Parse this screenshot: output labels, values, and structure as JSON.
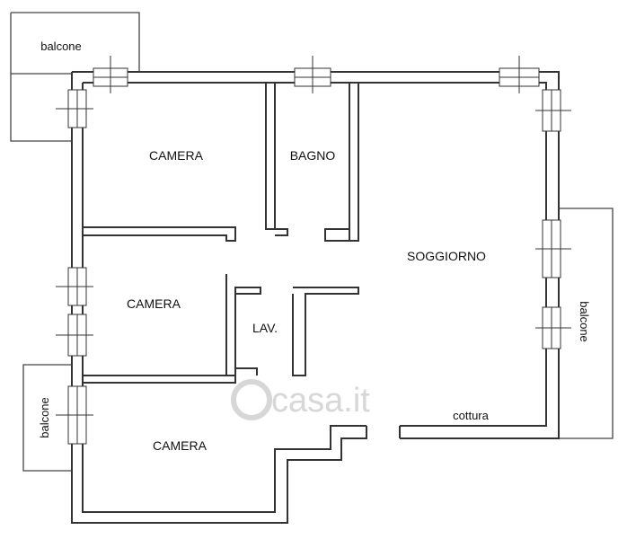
{
  "rooms": {
    "camera_top": "CAMERA",
    "bagno": "BAGNO",
    "soggiorno": "SOGGIORNO",
    "camera_middle": "CAMERA",
    "lav": "LAV.",
    "camera_bottom": "CAMERA",
    "cottura": "cottura"
  },
  "balconies": {
    "top_left": "balcone",
    "right": "balcone",
    "bottom_left": "balcone"
  },
  "watermark": {
    "text": "casa.it"
  },
  "colors": {
    "walls": "#333333",
    "watermark": "#d7d7d7"
  }
}
